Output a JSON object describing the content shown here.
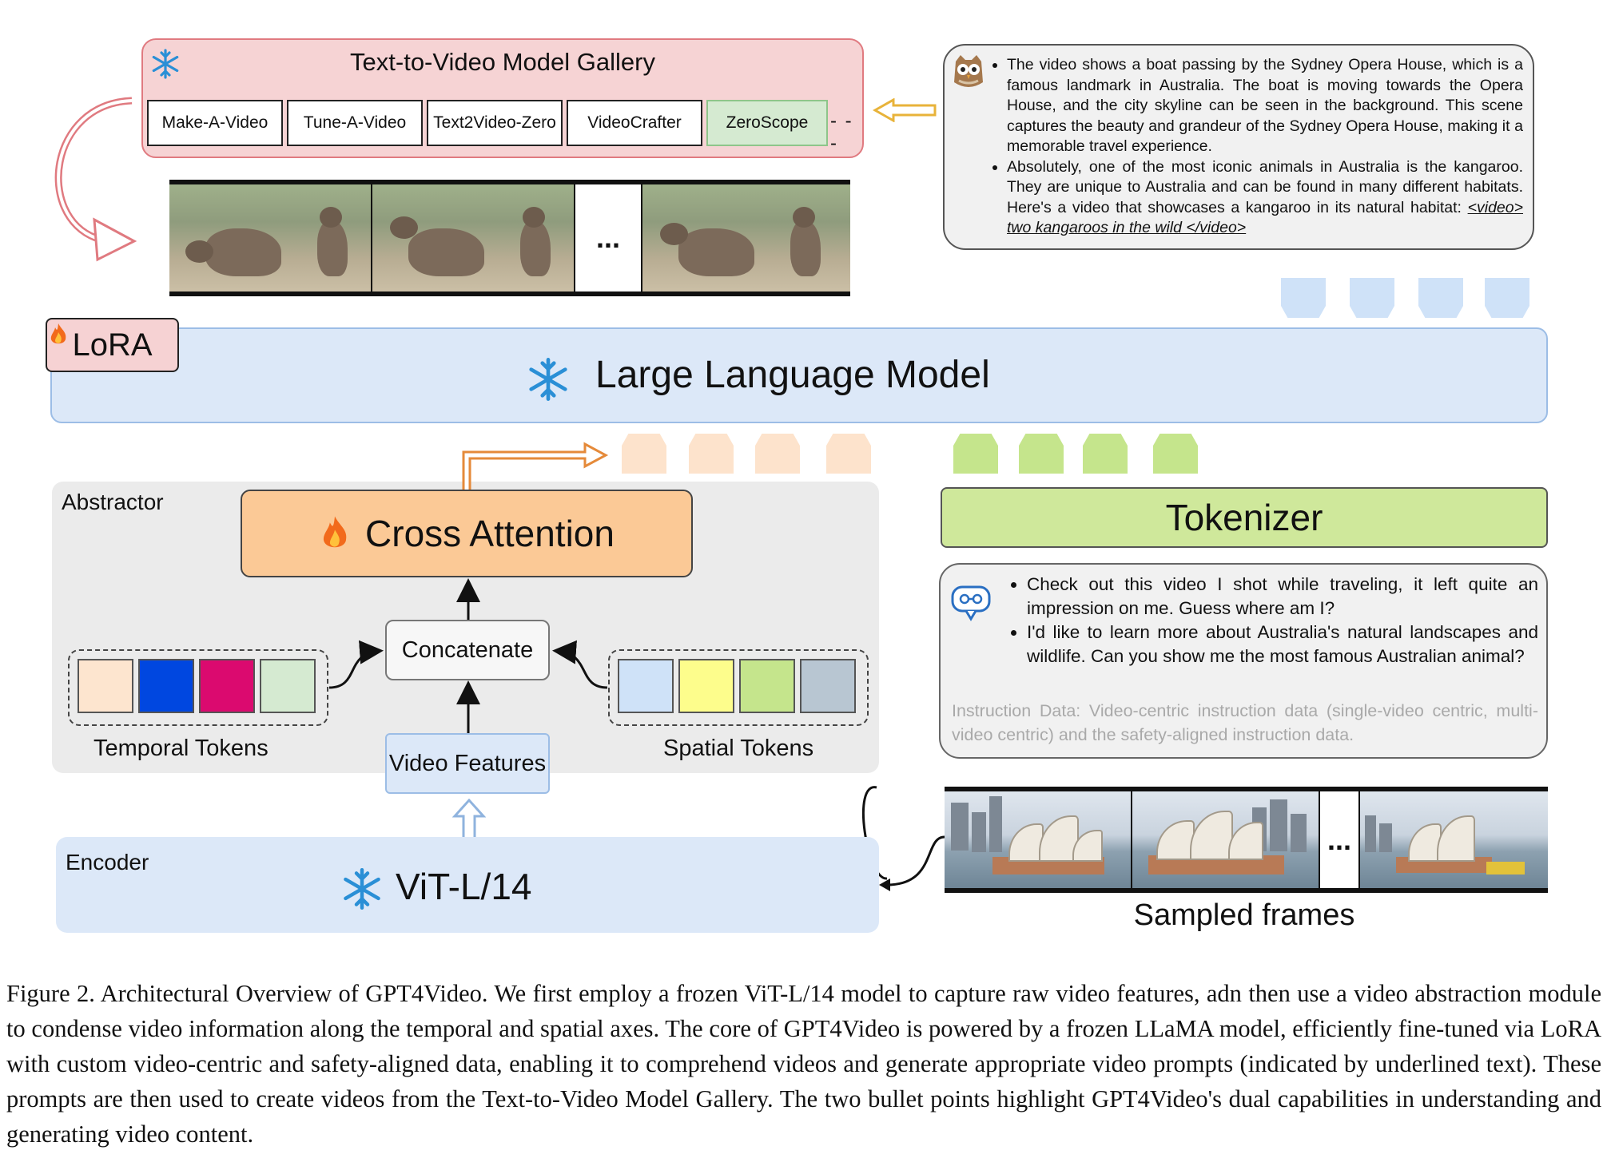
{
  "gallery": {
    "title": "Text-to-Video Model Gallery",
    "models": [
      "Make-A-Video",
      "Tune-A-Video",
      "Text2Video-Zero",
      "VideoCrafter",
      "ZeroScope"
    ],
    "more": "- - -"
  },
  "kangaroo_strip": {
    "ellipsis": "..."
  },
  "owl_bubble": {
    "bullet1": "The video shows a boat passing by the Sydney Opera House, which is a famous landmark in Australia. The boat is moving towards the Opera House, and the city skyline can be seen in the background. This scene captures the beauty and grandeur of the Sydney Opera House, making it a memorable travel experience.",
    "bullet2_text": "Absolutely, one of the most iconic animals in Australia is the kangaroo. They are unique to Australia and can be found in many different habitats. Here's a video that showcases a kangaroo in its natural habitat: ",
    "bullet2_prompt": "<video> two kangaroos in the wild </video>"
  },
  "llm": {
    "lora_label": "LoRA",
    "label": "Large Language Model"
  },
  "abstractor": {
    "label": "Abstractor",
    "cross_attention": "Cross Attention",
    "concatenate": "Concatenate",
    "video_features": "Video Features",
    "temporal_tokens_label": "Temporal Tokens",
    "spatial_tokens_label": "Spatial Tokens",
    "temporal_colors": [
      "#fde5cf",
      "#0047e0",
      "#db0a6f",
      "#d5ead1"
    ],
    "spatial_colors": [
      "#cfe2f8",
      "#fdfd8c",
      "#c5e58c",
      "#b8c6d2"
    ]
  },
  "encoder": {
    "label": "Encoder",
    "model": "ViT-L/14"
  },
  "tokenizer": {
    "label": "Tokenizer"
  },
  "instruction_bubble": {
    "bullet1": "Check out this video I shot while traveling, it left quite an impression on me. Guess where am I?",
    "bullet2": "I'd like to learn more about Australia's natural landscapes and wildlife. Can you show me the most famous Australian animal?",
    "data_note": "Instruction Data: Video-centric instruction data (single-video centric, multi-video centric) and the safety-aligned instruction data."
  },
  "sampled_frames": {
    "label": "Sampled frames",
    "ellipsis": "..."
  },
  "caption": "Figure 2. Architectural Overview of GPT4Video. We first employ a frozen ViT-L/14 model to capture raw video features, adn then use a video abstraction module to condense video information along the temporal and spatial axes. The core of GPT4Video is powered by a frozen LLaMA model, efficiently fine-tuned via LoRA with custom video-centric and safety-aligned data, enabling it to comprehend videos and generate appropriate video prompts (indicated by underlined text). These prompts are then used to create videos from the Text-to-Video Model Gallery. The two bullet points highlight GPT4Video's dual capabilities in understanding and generating video content.",
  "colors": {
    "gallery_fill": "#f6d3d4",
    "llm_fill": "#dce8f8",
    "cross_attention_fill": "#fbc996",
    "tokenizer_fill": "#cfe89b",
    "input_token": "#c5e58c",
    "abstractor_token": "#fde3cc",
    "output_token": "#cfe2f8"
  }
}
